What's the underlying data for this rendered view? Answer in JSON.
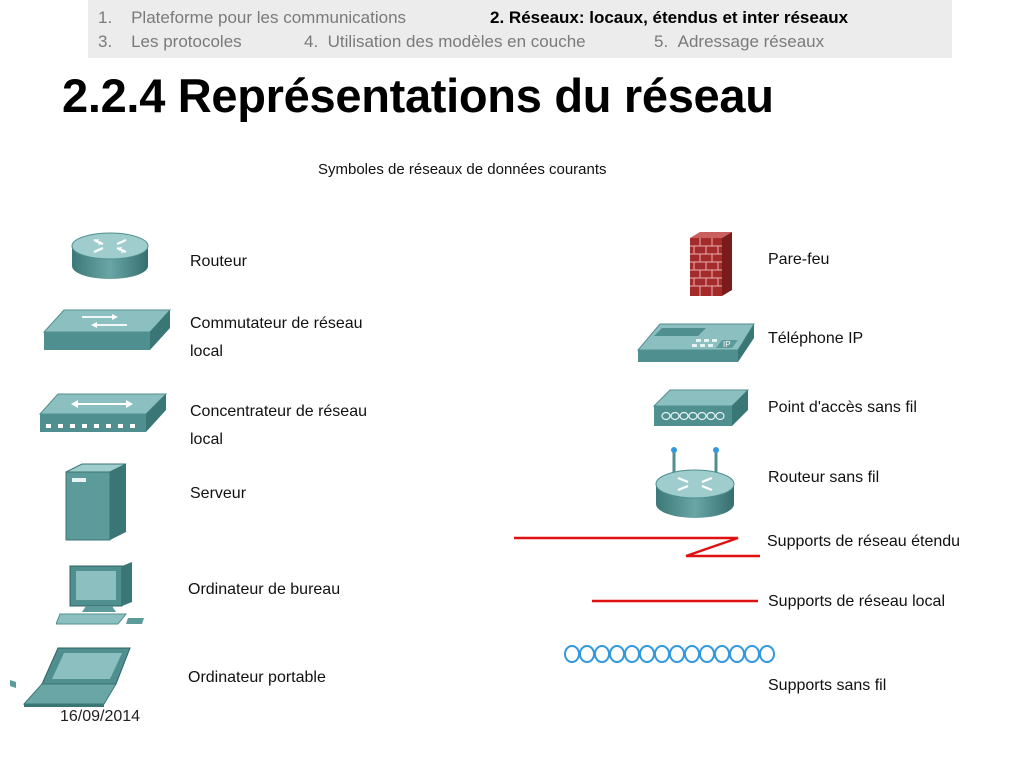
{
  "nav": {
    "items": [
      {
        "num": "1.",
        "label": "Plateforme pour les communications"
      },
      {
        "num": "2.",
        "label": "Réseaux: locaux, étendus et inter réseaux"
      },
      {
        "num": "3.",
        "label": "Les protocoles"
      },
      {
        "num": "4.",
        "label": "Utilisation des modèles en couche"
      },
      {
        "num": "5.",
        "label": "Adressage réseaux"
      }
    ]
  },
  "title": "2.2.4 Représentations du réseau",
  "diagram": {
    "subtitle": "Symboles de réseaux de données courants",
    "left": [
      {
        "label": "Routeur",
        "icon": "router-icon"
      },
      {
        "label_line1": "Commutateur de réseau",
        "label_line2": "local",
        "icon": "lan-switch-icon"
      },
      {
        "label_line1": "Concentrateur de réseau",
        "label_line2": "local",
        "icon": "lan-hub-icon"
      },
      {
        "label": "Serveur",
        "icon": "server-icon"
      },
      {
        "label": "Ordinateur de bureau",
        "icon": "desktop-computer-icon"
      },
      {
        "label": "Ordinateur portable",
        "icon": "laptop-icon"
      }
    ],
    "right": [
      {
        "label": "Pare-feu",
        "icon": "firewall-icon"
      },
      {
        "label": "Téléphone IP",
        "icon": "ip-phone-icon",
        "badge": "IP"
      },
      {
        "label": "Point d'accès sans fil",
        "icon": "wireless-access-point-icon"
      },
      {
        "label": "Routeur sans fil",
        "icon": "wireless-router-icon"
      },
      {
        "label": "Supports de réseau étendu",
        "icon": "wan-link-icon"
      },
      {
        "label": "Supports de réseau local",
        "icon": "lan-link-icon"
      },
      {
        "label": "Supports sans fil",
        "icon": "wireless-link-icon"
      }
    ]
  },
  "colors": {
    "device": "#4f8f8f",
    "device_light": "#8cc0c0",
    "firewall": "#a52a2a",
    "link_red": "#e01010",
    "wireless_blue": "#3399dd"
  },
  "footer": {
    "date": "16/09/2014"
  }
}
